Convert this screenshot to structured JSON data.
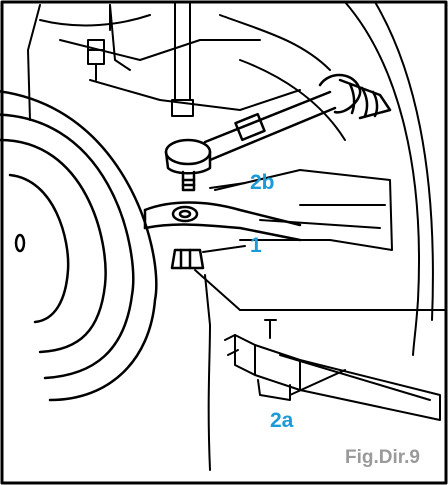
{
  "callouts": {
    "label_2b": "2b",
    "label_1": "1",
    "label_2a": "2a"
  },
  "caption": "Fig.Dir.9",
  "colors": {
    "callout": "#1a9ad6",
    "caption": "#9a9a9a",
    "line_art": "#000000",
    "background": "#ffffff"
  }
}
